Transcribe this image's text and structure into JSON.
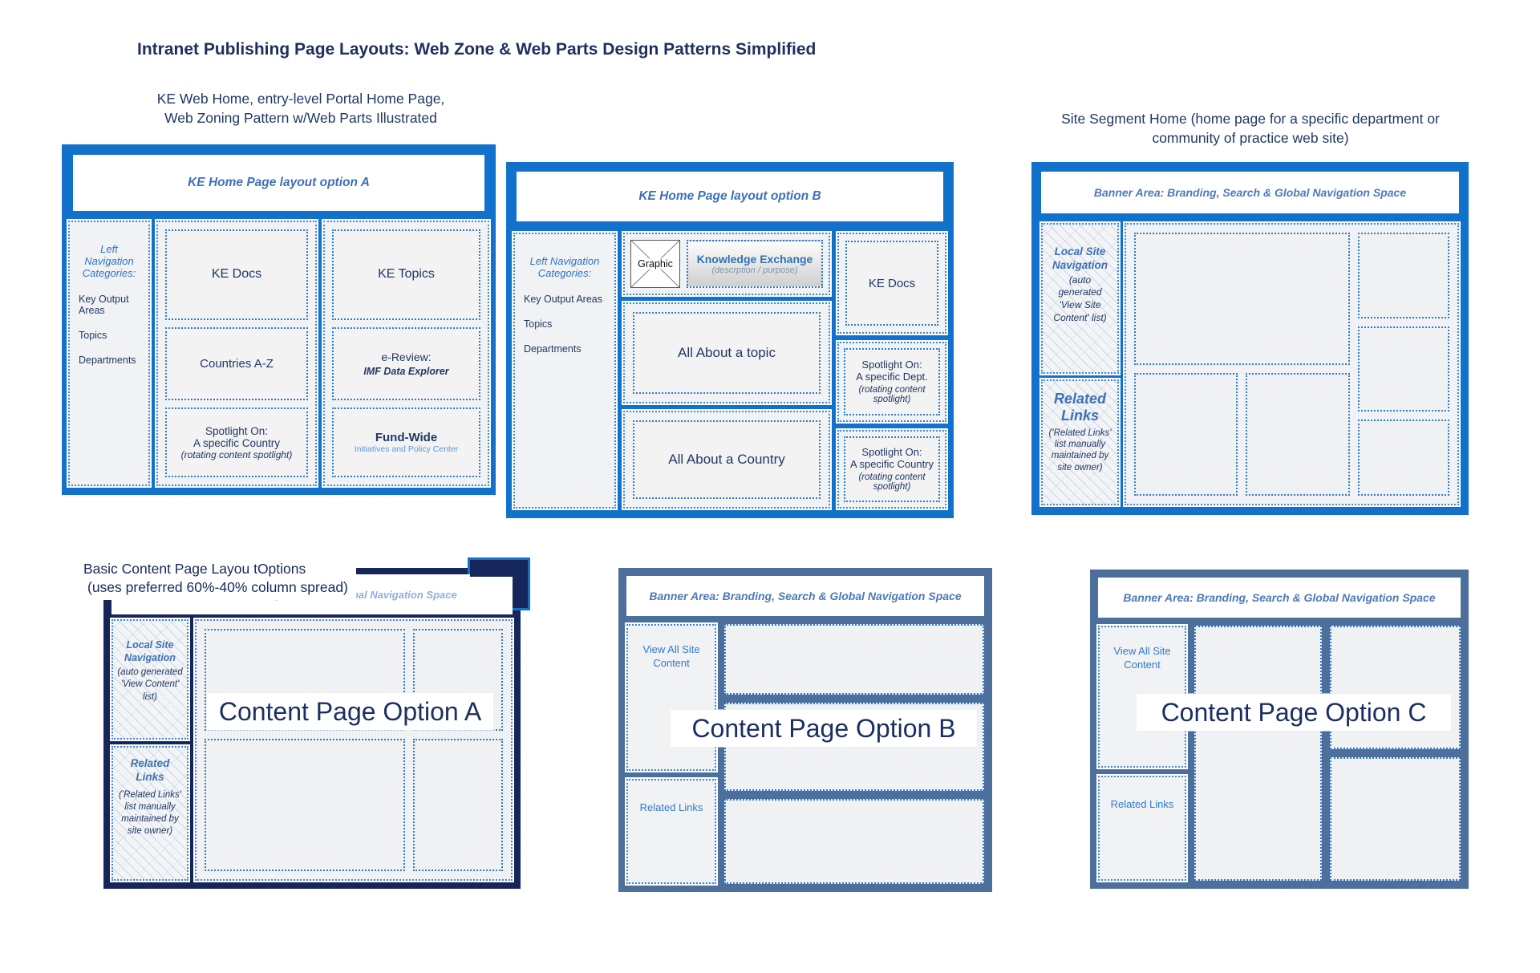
{
  "title": "Intranet Publishing Page Layouts: Web Zone & Web Parts Design Patterns Simplified",
  "headings": {
    "ke_line1": "KE Web Home, entry-level Portal Home Page,",
    "ke_line2": "Web Zoning Pattern w/Web Parts Illustrated",
    "seg_line1": "Site Segment Home (home page for a specific department or",
    "seg_line2": "community of practice web site)",
    "basic_line1": "Basic Content Page Layou tOptions",
    "basic_line2": "(uses preferred 60%-40% column spread)"
  },
  "option_a": {
    "header": "KE Home Page layout option A",
    "left_nav_title": "Left Navigation Categories:",
    "left_nav_items": [
      "Key Output Areas",
      "Topics",
      "Departments"
    ],
    "ke_docs": "KE Docs",
    "countries": "Countries A-Z",
    "spotlight_line1": "Spotlight On:",
    "spotlight_line2": "A specific Country",
    "spotlight_line3": "(rotating content spotlight)",
    "ke_topics": "KE Topics",
    "ereview_line1": "e-Review:",
    "ereview_line2": "IMF Data Explorer",
    "fundwide_line1": "Fund-Wide",
    "fundwide_line2": "Initiatives and Policy Center"
  },
  "option_b": {
    "header": "KE Home Page layout option B",
    "left_nav_title": "Left Navigation Categories:",
    "left_nav_items": [
      "Key Output Areas",
      "Topics",
      "Departments"
    ],
    "graphic_label": "Graphic",
    "ke_title": "Knowledge Exchange",
    "ke_subtitle": "(descrption / purpose)",
    "all_topic": "All About a topic",
    "all_country": "All About a Country",
    "ke_docs": "KE Docs",
    "spot_dept_line1": "Spotlight On:",
    "spot_dept_line2": "A specific Dept.",
    "spot_dept_line3": "(rotating content spotlight)",
    "spot_country_line1": "Spotlight On:",
    "spot_country_line2": "A specific Country",
    "spot_country_line3": "(rotating content spotlight)"
  },
  "site_segment": {
    "banner": "Banner Area: Branding, Search & Global Navigation Space",
    "local_nav_title": "Local Site Navigation",
    "local_nav_note": "(auto generated 'View Site Content' list)",
    "related_title": "Related Links",
    "related_note": "('Related Links' list manually maintained by site owner)"
  },
  "content_a": {
    "banner": "Banner Area: Branding, Search & Global Navigation Space",
    "label": "Content Page Option A",
    "local_nav_title": "Local Site Navigation",
    "local_nav_note": "(auto generated 'View Content' list)",
    "related_title": "Related Links",
    "related_note": "('Related Links' list manually maintained by site owner)"
  },
  "content_b": {
    "banner": "Banner Area: Branding, Search & Global Navigation Space",
    "label": "Content Page Option B",
    "view_all": "View All Site Content",
    "related_links": "Related Links"
  },
  "content_c": {
    "banner": "Banner Area: Branding, Search & Global Navigation Space",
    "label": "Content Page Option C",
    "view_all": "View All Site Content",
    "related_links": "Related Links"
  },
  "colors": {
    "bright_blue_frame": "#1272cb",
    "slate_blue_frame": "#4d6f9b",
    "navy_frame": "#16265a",
    "banner_text_blue": "#4e79b8",
    "heading_navy": "#1f3864",
    "link_blue": "#2e7bd0",
    "dotted_border_blue": "#2e7bcd",
    "panel_fill": "#f1f2f3",
    "bluish_fill": "#e9eef5"
  }
}
